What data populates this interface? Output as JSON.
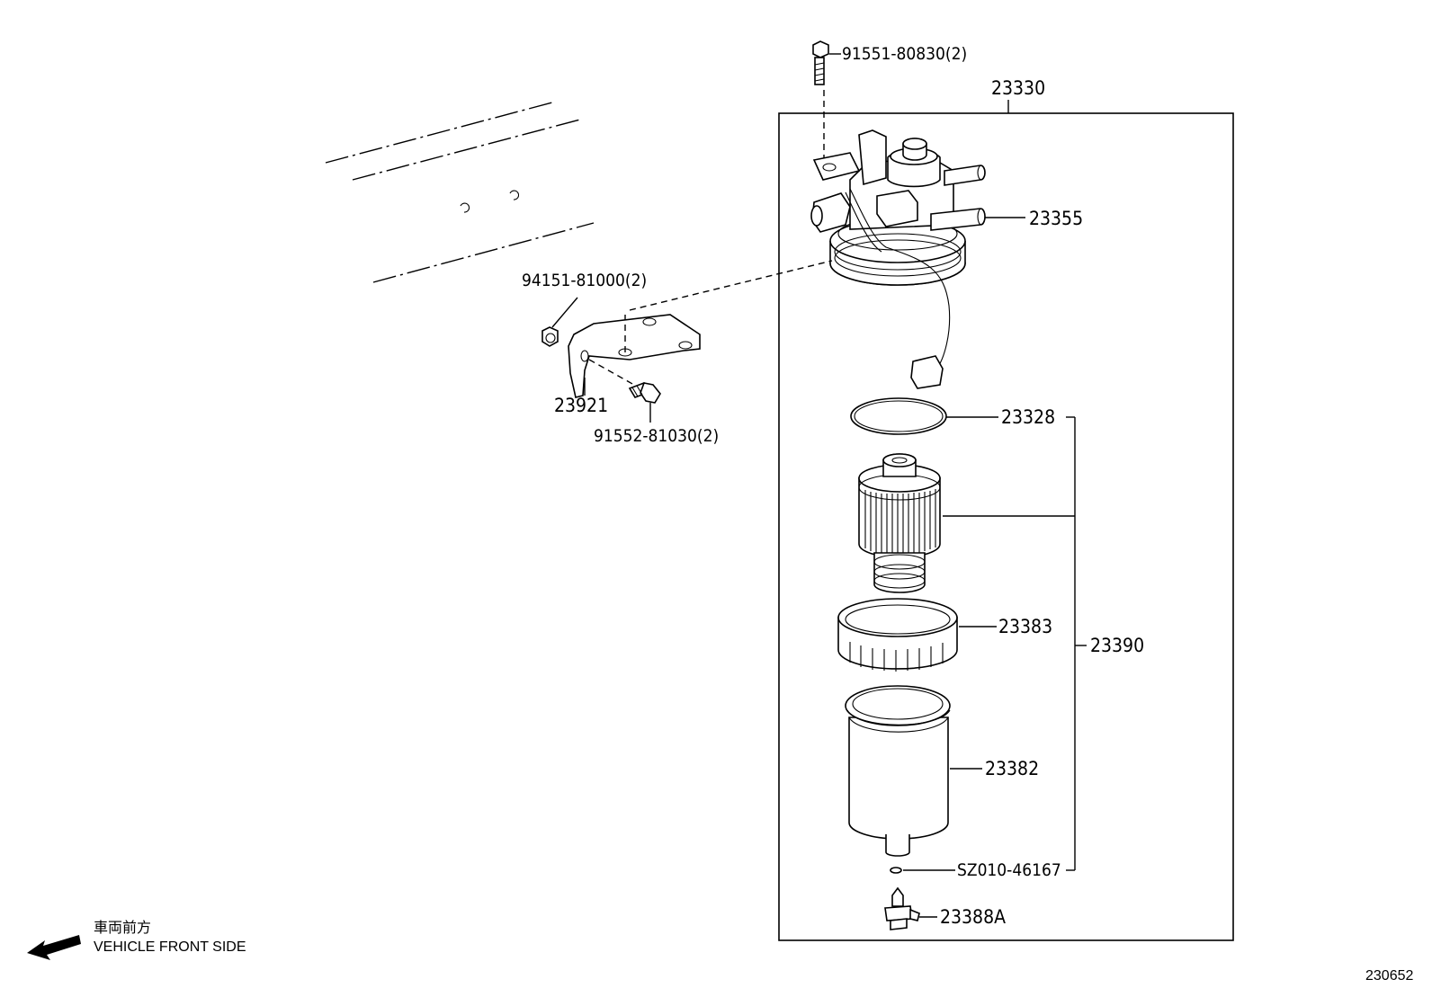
{
  "labels": {
    "p_23330": "23330",
    "p_91551": "91551-80830(2)",
    "p_23355": "23355",
    "p_94151": "94151-81000(2)",
    "p_23921": "23921",
    "p_91552": "91552-81030(2)",
    "p_23328": "23328",
    "p_23383": "23383",
    "p_23390": "23390",
    "p_23382": "23382",
    "p_sz010": "SZ010-46167",
    "p_23388a": "23388A"
  },
  "direction": {
    "jp": "車両前方",
    "en": "VEHICLE FRONT SIDE",
    "icon": "arrow-left-icon"
  },
  "figure_id": "230652"
}
